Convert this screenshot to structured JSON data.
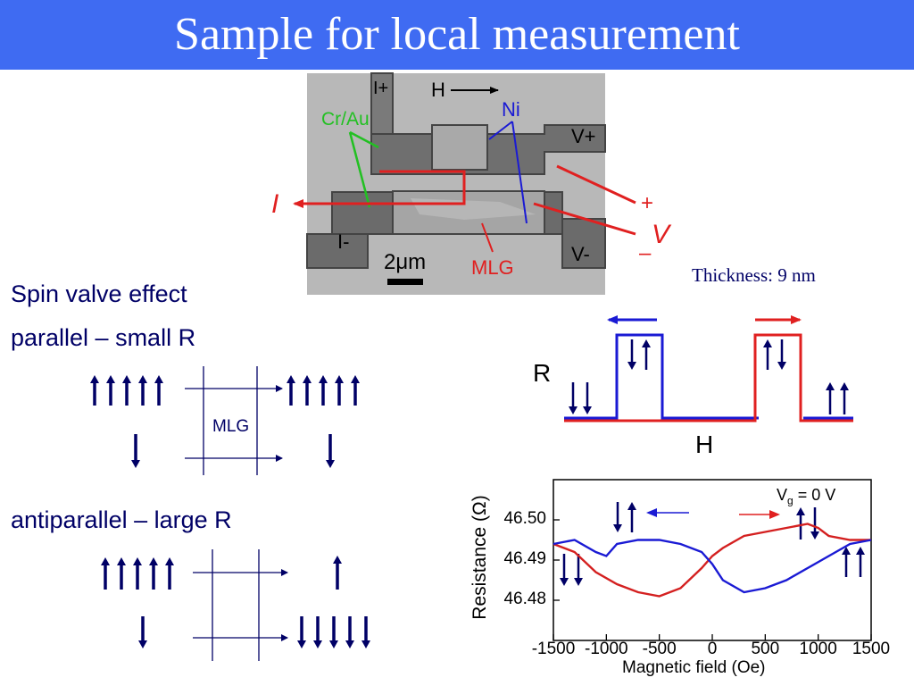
{
  "slide": {
    "title": "Sample for local measurement",
    "thickness": "Thickness: 9 nm"
  },
  "micrograph": {
    "labels": {
      "i_plus": "I+",
      "h_field": "H",
      "ni": "Ni",
      "cr_au": "Cr/Au",
      "v_plus": "V+",
      "i_minus": "I-",
      "v_minus": "V-",
      "scale": "2μm",
      "mlg": "MLG"
    },
    "current": "I",
    "voltage": "V",
    "plus_sign": "+",
    "minus_sign": "–"
  },
  "left_text": {
    "heading": "Spin valve effect",
    "parallel": "parallel – small R",
    "antiparallel": "antiparallel – large R",
    "mlg": "MLG"
  },
  "schematic": {
    "r_label": "R",
    "h_label": "H"
  },
  "chart_data": {
    "type": "line",
    "xlabel": "Magnetic field (Oe)",
    "ylabel": "Resistance (Ω)",
    "xlim": [
      -1500,
      1500
    ],
    "ylim": [
      46.47,
      46.51
    ],
    "x_ticks": [
      "-1500",
      "-1000",
      "-500",
      "0",
      "500",
      "1000",
      "1500"
    ],
    "y_ticks": [
      "46.48",
      "46.49",
      "46.50"
    ],
    "annotation": "V",
    "annotation_sub": "g",
    "annotation_rest": "= 0 V",
    "series": [
      {
        "color": "#d42020",
        "x": [
          -1500,
          -1300,
          -1100,
          -900,
          -700,
          -500,
          -300,
          -100,
          0,
          100,
          300,
          500,
          700,
          900,
          1000,
          1100,
          1300,
          1500
        ],
        "values": [
          46.494,
          46.492,
          46.487,
          46.484,
          46.482,
          46.481,
          46.483,
          46.488,
          46.491,
          46.493,
          46.496,
          46.497,
          46.498,
          46.499,
          46.498,
          46.496,
          46.495,
          46.495
        ]
      },
      {
        "color": "#1a1ad4",
        "x": [
          -1500,
          -1300,
          -1100,
          -1000,
          -900,
          -700,
          -500,
          -300,
          -100,
          0,
          100,
          300,
          500,
          700,
          900,
          1100,
          1300,
          1500
        ],
        "values": [
          46.494,
          46.495,
          46.492,
          46.491,
          46.494,
          46.495,
          46.495,
          46.494,
          46.492,
          46.489,
          46.485,
          46.482,
          46.483,
          46.485,
          46.488,
          46.491,
          46.494,
          46.495
        ]
      }
    ]
  }
}
